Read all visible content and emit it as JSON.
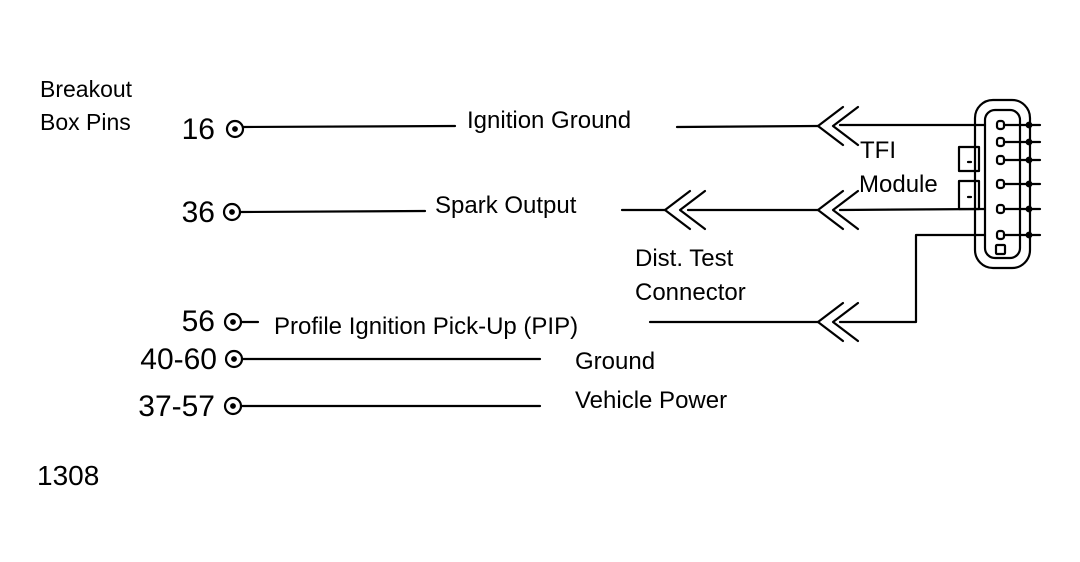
{
  "header": {
    "line1": "Breakout",
    "line2": "Box Pins"
  },
  "pins": [
    {
      "number": "16",
      "signal": "Ignition Ground"
    },
    {
      "number": "36",
      "signal": "Spark Output"
    },
    {
      "number": "56",
      "signal": "Profile Ignition Pick-Up (PIP)"
    },
    {
      "number": "40-60",
      "signal": "Ground"
    },
    {
      "number": "37-57",
      "signal": "Vehicle Power"
    }
  ],
  "module": {
    "line1": "TFI",
    "line2": "Module"
  },
  "test_connector": {
    "line1": "Dist. Test",
    "line2": "Connector"
  },
  "figure_code": "1308",
  "colors": {
    "ink": "#000000",
    "background": "#ffffff"
  }
}
